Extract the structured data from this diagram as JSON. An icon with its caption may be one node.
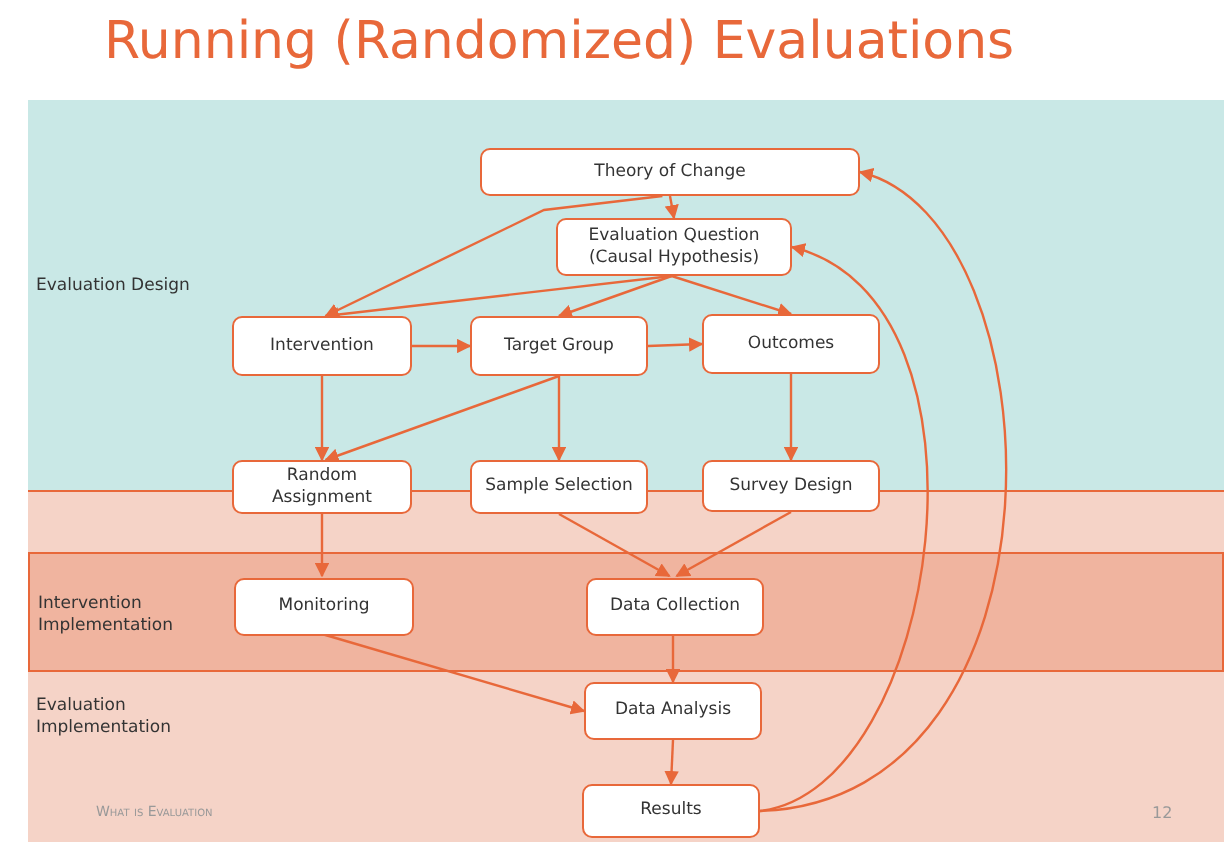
{
  "diagram": {
    "title": "Running (Randomized) Evaluations",
    "nodes": [
      {
        "text": [
          "Evaluation Design"
        ]
      },
      {
        "text": [
          "Theory of Change"
        ],
        "in": 0
      },
      {
        "text": [
          "Evaluation Question (Causal Hypothesis)"
        ],
        "in": 0
      },
      {
        "text": [
          "Intervention"
        ],
        "in": 0
      },
      {
        "text": [
          "Target Group"
        ],
        "in": 0
      },
      {
        "text": [
          "Outcomes"
        ],
        "in": 0
      },
      {
        "text": [
          "Random Assignment"
        ]
      },
      {
        "text": [
          "Sample Selection"
        ]
      },
      {
        "text": [
          "Survey Design"
        ]
      },
      {
        "text": [
          "Intervention Implementation"
        ]
      },
      {
        "text": [
          "Monitoring"
        ],
        "in": 9
      },
      {
        "text": [
          "Data Collection"
        ],
        "in": 9
      },
      {
        "text": [
          "Evaluation Implementation"
        ]
      },
      {
        "text": [
          "Data Analysis"
        ],
        "in": 12
      },
      {
        "text": [
          "Results"
        ],
        "in": 12
      }
    ],
    "edges": [
      {
        "from": 1,
        "to": 2,
        "arrow": "to"
      },
      {
        "from": 1,
        "to": 3,
        "arrow": "to"
      },
      {
        "from": 2,
        "to": 3,
        "arrow": "to"
      },
      {
        "from": 2,
        "to": 4,
        "arrow": "to"
      },
      {
        "from": 2,
        "to": 5,
        "arrow": "to"
      },
      {
        "from": 3,
        "to": 4,
        "arrow": "to"
      },
      {
        "from": 4,
        "to": 5,
        "arrow": "to"
      },
      {
        "from": 3,
        "to": 6,
        "arrow": "to"
      },
      {
        "from": 4,
        "to": 6,
        "arrow": "to"
      },
      {
        "from": 4,
        "to": 7,
        "arrow": "to"
      },
      {
        "from": 5,
        "to": 8,
        "arrow": "to"
      },
      {
        "from": 6,
        "to": 10,
        "arrow": "to"
      },
      {
        "from": 7,
        "to": 11,
        "arrow": "to"
      },
      {
        "from": 8,
        "to": 11,
        "arrow": "to"
      },
      {
        "from": 10,
        "to": 13,
        "arrow": "to"
      },
      {
        "from": 11,
        "to": 13,
        "arrow": "to"
      },
      {
        "from": 13,
        "to": 14,
        "arrow": "to"
      },
      {
        "from": 14,
        "to": 2,
        "arrow": "to"
      },
      {
        "from": 14,
        "to": 1,
        "arrow": "to"
      }
    ],
    "labels": [
      "What is Evaluation",
      "12"
    ]
  }
}
